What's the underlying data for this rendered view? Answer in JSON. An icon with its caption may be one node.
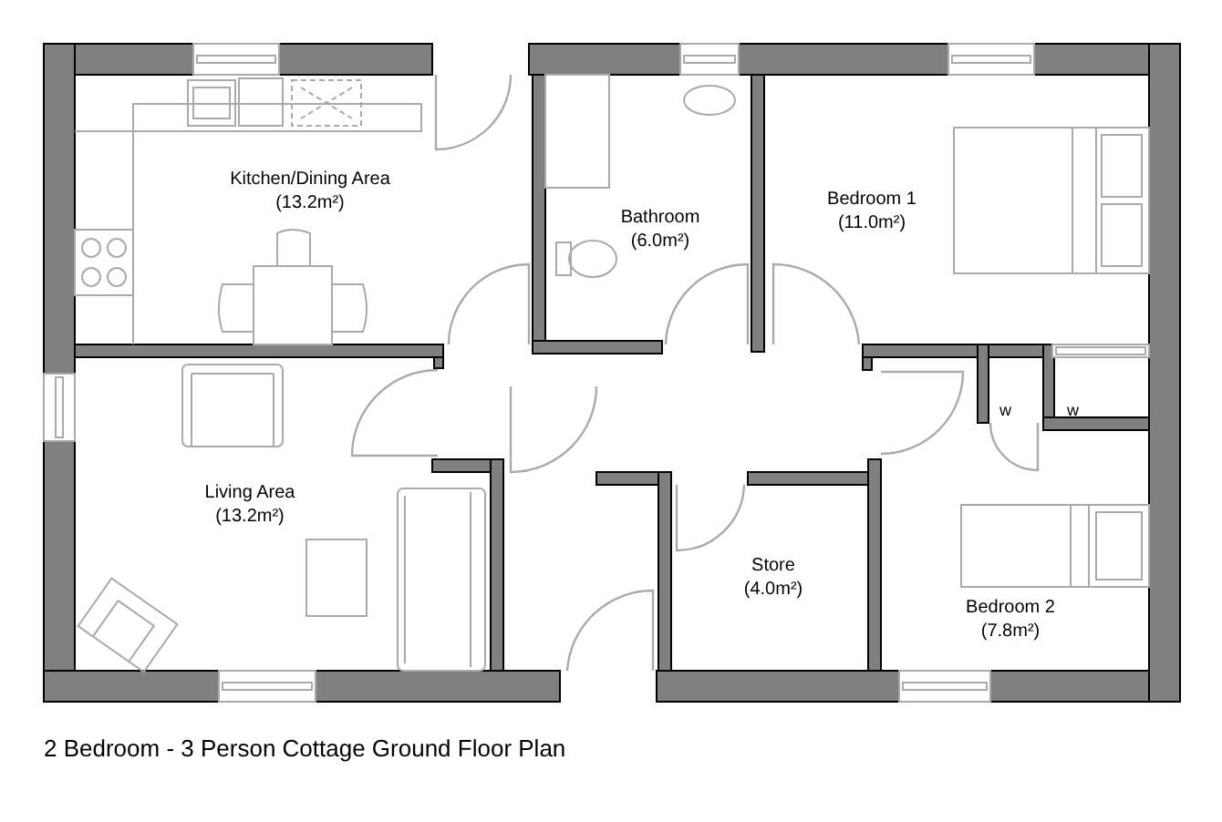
{
  "diagram": {
    "caption": "2 Bedroom - 3 Person Cottage Ground Floor Plan",
    "nodes": [
      {
        "text": [
          "Kitchen/Dining Area",
          "(13.2m²)"
        ]
      },
      {
        "text": [
          "Bathroom",
          "(6.0m²)"
        ]
      },
      {
        "text": [
          "Bedroom 1",
          "(11.0m²)"
        ]
      },
      {
        "text": [
          "Living Area",
          "(13.2m²)"
        ]
      },
      {
        "text": [
          "Store",
          "(4.0m²)"
        ]
      },
      {
        "text": [
          "Bedroom 2",
          "(7.8m²)"
        ]
      }
    ],
    "edges": [],
    "labels": [
      "w",
      "w"
    ]
  }
}
